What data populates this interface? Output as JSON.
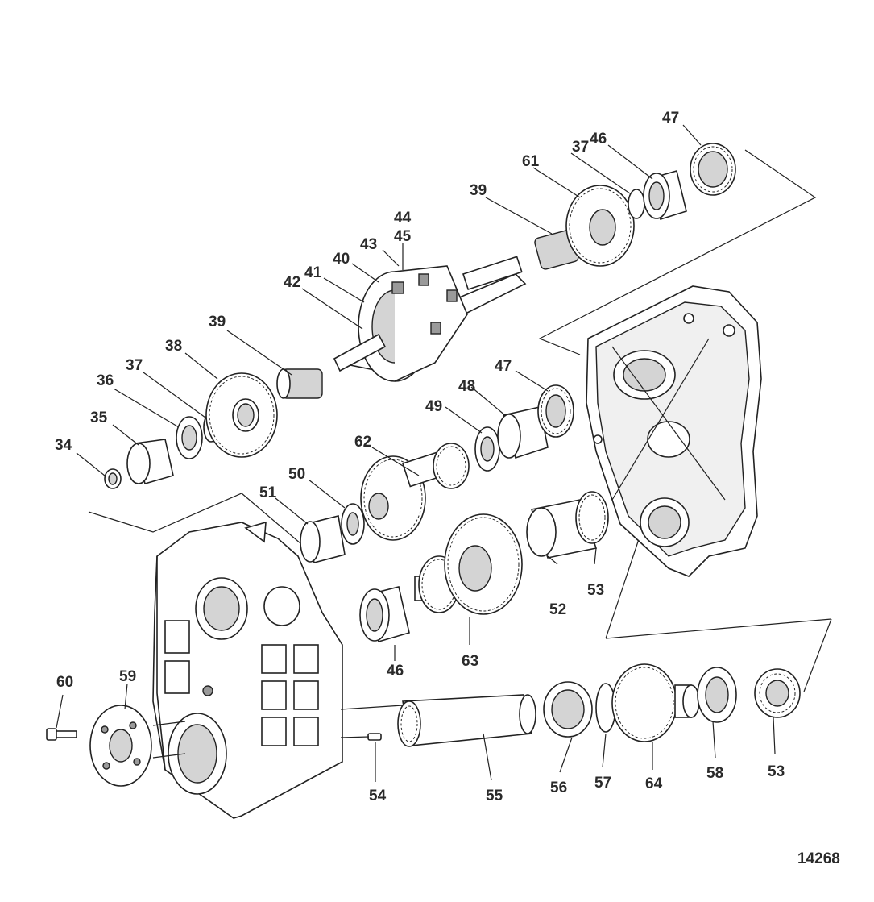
{
  "figure_number": "14268",
  "callouts": [
    {
      "id": "c34",
      "text": "34"
    },
    {
      "id": "c35",
      "text": "35"
    },
    {
      "id": "c36",
      "text": "36"
    },
    {
      "id": "c37a",
      "text": "37"
    },
    {
      "id": "c38",
      "text": "38"
    },
    {
      "id": "c39a",
      "text": "39"
    },
    {
      "id": "c42",
      "text": "42"
    },
    {
      "id": "c41",
      "text": "41"
    },
    {
      "id": "c40",
      "text": "40"
    },
    {
      "id": "c43",
      "text": "43"
    },
    {
      "id": "c44",
      "text": "44"
    },
    {
      "id": "c45",
      "text": "45"
    },
    {
      "id": "c39b",
      "text": "39"
    },
    {
      "id": "c61",
      "text": "61"
    },
    {
      "id": "c37b",
      "text": "37"
    },
    {
      "id": "c46a",
      "text": "46"
    },
    {
      "id": "c47a",
      "text": "47"
    },
    {
      "id": "c47b",
      "text": "47"
    },
    {
      "id": "c48",
      "text": "48"
    },
    {
      "id": "c49",
      "text": "49"
    },
    {
      "id": "c62",
      "text": "62"
    },
    {
      "id": "c50",
      "text": "50"
    },
    {
      "id": "c51",
      "text": "51"
    },
    {
      "id": "c52",
      "text": "52"
    },
    {
      "id": "c53a",
      "text": "53"
    },
    {
      "id": "c46b",
      "text": "46"
    },
    {
      "id": "c63",
      "text": "63"
    },
    {
      "id": "c60",
      "text": "60"
    },
    {
      "id": "c59",
      "text": "59"
    },
    {
      "id": "c54",
      "text": "54"
    },
    {
      "id": "c55",
      "text": "55"
    },
    {
      "id": "c56",
      "text": "56"
    },
    {
      "id": "c57",
      "text": "57"
    },
    {
      "id": "c64",
      "text": "64"
    },
    {
      "id": "c58",
      "text": "58"
    },
    {
      "id": "c53b",
      "text": "53"
    }
  ]
}
